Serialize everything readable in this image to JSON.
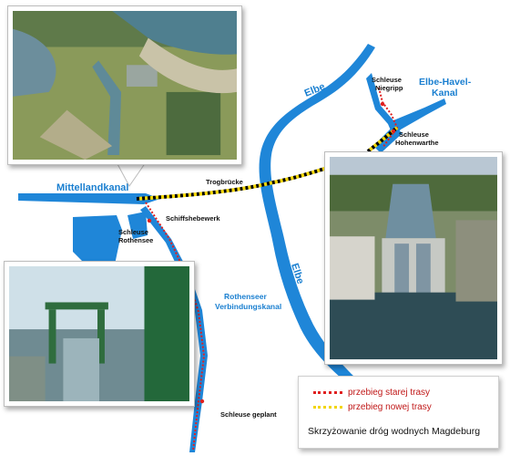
{
  "labels": {
    "mittellandkanal": "Mittellandkanal",
    "elbe_top": "Elbe",
    "elbe_right": "Elbe",
    "elbe_havel_kanal": "Elbe-Havel-\nKanal",
    "trogbruecke": "Trogbrücke",
    "schiffshebewerk": "Schiffshebewerk",
    "schleuse_rothensee": "Schleuse\nRothensee",
    "rothenseer_kanal": "Rothenseer\nVerbindungskanal",
    "schleuse_niegripp": "Schleuse\nNiegripp",
    "schleuse_hohenwarthe": "Schleuse\nHohenwarthe",
    "schleuse_geplant": "Schleuse geplant"
  },
  "legend": {
    "old_route": "przebieg starej trasy",
    "new_route": "przebieg nowej trasy",
    "title": "Skrzyżowanie dróg wodnych Magdeburg"
  },
  "colors": {
    "water": "#1f86d8",
    "label": "#1a7fd0",
    "old_route": "#e02020",
    "new_route": "#f2d500"
  }
}
